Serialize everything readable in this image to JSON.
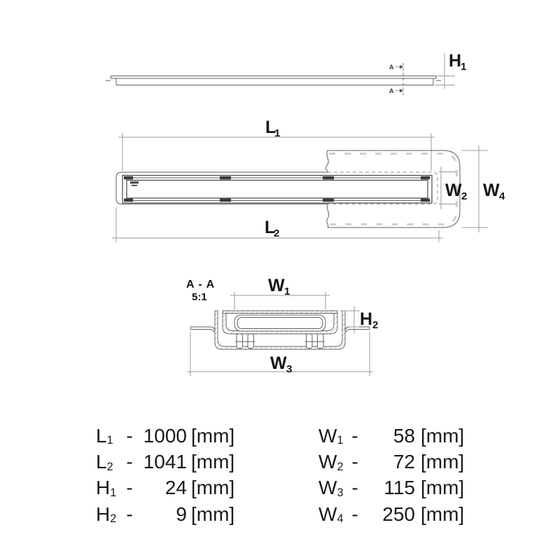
{
  "colors": {
    "background": "#ffffff",
    "outline": "#5f5f5f",
    "outline_dark": "#474747",
    "dimension_line": "#9a9a9a",
    "membrane_dash": "#d0d0d0",
    "text": "#1a1a1a"
  },
  "section": {
    "marker": "A",
    "title": "A - A",
    "scale": "5:1"
  },
  "labels": {
    "H1": {
      "sym": "H",
      "sub": "1"
    },
    "L1": {
      "sym": "L",
      "sub": "1"
    },
    "L2": {
      "sym": "L",
      "sub": "2"
    },
    "W1": {
      "sym": "W",
      "sub": "1"
    },
    "W2": {
      "sym": "W",
      "sub": "2"
    },
    "W3": {
      "sym": "W",
      "sub": "3"
    },
    "W4": {
      "sym": "W",
      "sub": "4"
    },
    "H2": {
      "sym": "H",
      "sub": "2"
    }
  },
  "table": {
    "unit": "[mm]",
    "separator": "-",
    "left": [
      {
        "sym": "L",
        "sub": "1",
        "value": "1000"
      },
      {
        "sym": "L",
        "sub": "2",
        "value": "1041"
      },
      {
        "sym": "H",
        "sub": "1",
        "value": "24"
      },
      {
        "sym": "H",
        "sub": "2",
        "value": "9"
      }
    ],
    "right": [
      {
        "sym": "W",
        "sub": "1",
        "value": "58"
      },
      {
        "sym": "W",
        "sub": "2",
        "value": "72"
      },
      {
        "sym": "W",
        "sub": "3",
        "value": "115"
      },
      {
        "sym": "W",
        "sub": "4",
        "value": "250"
      }
    ]
  }
}
